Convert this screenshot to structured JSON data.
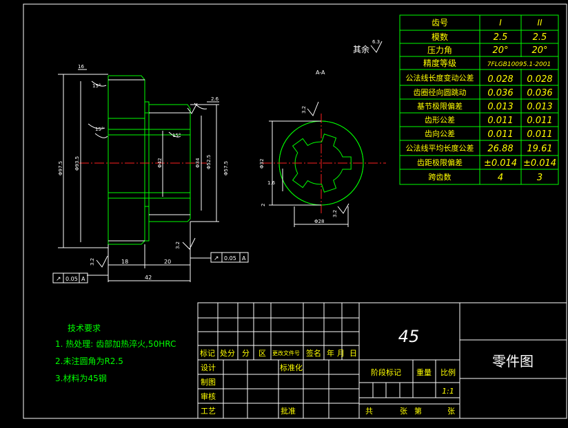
{
  "roughness_other": {
    "label": "其余",
    "value": "6.3"
  },
  "section_label": "A-A",
  "gear_table": {
    "header": [
      "齿号",
      "I",
      "II"
    ],
    "rows": [
      {
        "label": "模数",
        "v1": "2.5",
        "v2": "2.5"
      },
      {
        "label": "压力角",
        "v1": "20°",
        "v2": "20°"
      },
      {
        "label": "精度等级",
        "span": "7FLGB10095.1-2001"
      },
      {
        "label": "公法线长度变动公差",
        "v1": "0.028",
        "v2": "0.028"
      },
      {
        "label": "齿圈径向圆跳动",
        "v1": "0.036",
        "v2": "0.036"
      },
      {
        "label": "基节极限偏差",
        "v1": "0.013",
        "v2": "0.013"
      },
      {
        "label": "齿形公差",
        "v1": "0.011",
        "v2": "0.011"
      },
      {
        "label": "齿向公差",
        "v1": "0.011",
        "v2": "0.011"
      },
      {
        "label": "公法线平均长度公差",
        "v1": "26.88",
        "v2": "19.61"
      },
      {
        "label": "齿距极限偏差",
        "v1": "±0.014",
        "v2": "±0.014"
      },
      {
        "label": "跨齿数",
        "v1": "4",
        "v2": "3"
      }
    ]
  },
  "dimensions": {
    "top_16": "16",
    "top_15": "15°",
    "small_15": "15°",
    "small_15b": "15°",
    "top_26": "2.6",
    "d_97": "Φ97.5",
    "d_93": "Φ93.5",
    "d_42": "Φ42",
    "d_34": "Φ34",
    "d_52": "Φ52.5",
    "d_57": "Φ57.5",
    "w_18": "18",
    "w_20": "20",
    "w_42": "42",
    "r_32a": "3.2",
    "r_32b": "3.2",
    "r_32c": "3.2",
    "d_32": "Φ32",
    "d_28": "Φ28",
    "s_16": "1.6",
    "s_32": "3.2",
    "s_2": "2"
  },
  "tolerance_frames": [
    {
      "symbol": "↗",
      "value": "0.05",
      "datum": "A"
    },
    {
      "symbol": "↗",
      "value": "0.05",
      "datum": "A"
    }
  ],
  "tech_requirements": {
    "title": "技术要求",
    "items": [
      "1. 热处理: 齿部加热淬火,50HRC",
      "2.未注圆角为R2.5",
      "3.材料为45钢"
    ]
  },
  "title_block": {
    "material": "45",
    "drawing_name": "零件图",
    "row_labels": [
      "标记",
      "处分",
      "分",
      "区",
      "更改文件号",
      "签名",
      "年",
      "月",
      "日"
    ],
    "design": "设计",
    "standardize": "标准化",
    "drawing": "制图",
    "review": "审核",
    "process": "工艺",
    "approve": "批准",
    "stage_mark": "阶段标记",
    "weight": "重量",
    "scale_label": "比例",
    "scale_value": "1:1",
    "total": "共",
    "sheet": "张",
    "page": "第",
    "sheet2": "张"
  }
}
